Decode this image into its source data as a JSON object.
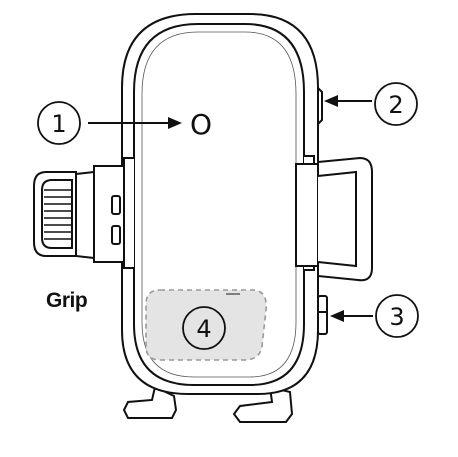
{
  "callouts": {
    "one": "1",
    "two": "2",
    "three": "3",
    "four": "4"
  },
  "labels": {
    "grip": "Grip",
    "sensor_mark": "O"
  },
  "colors": {
    "line": "#111111",
    "wireless_zone_fill": "#e4e4e4",
    "wireless_zone_border": "#9a9a9a"
  }
}
